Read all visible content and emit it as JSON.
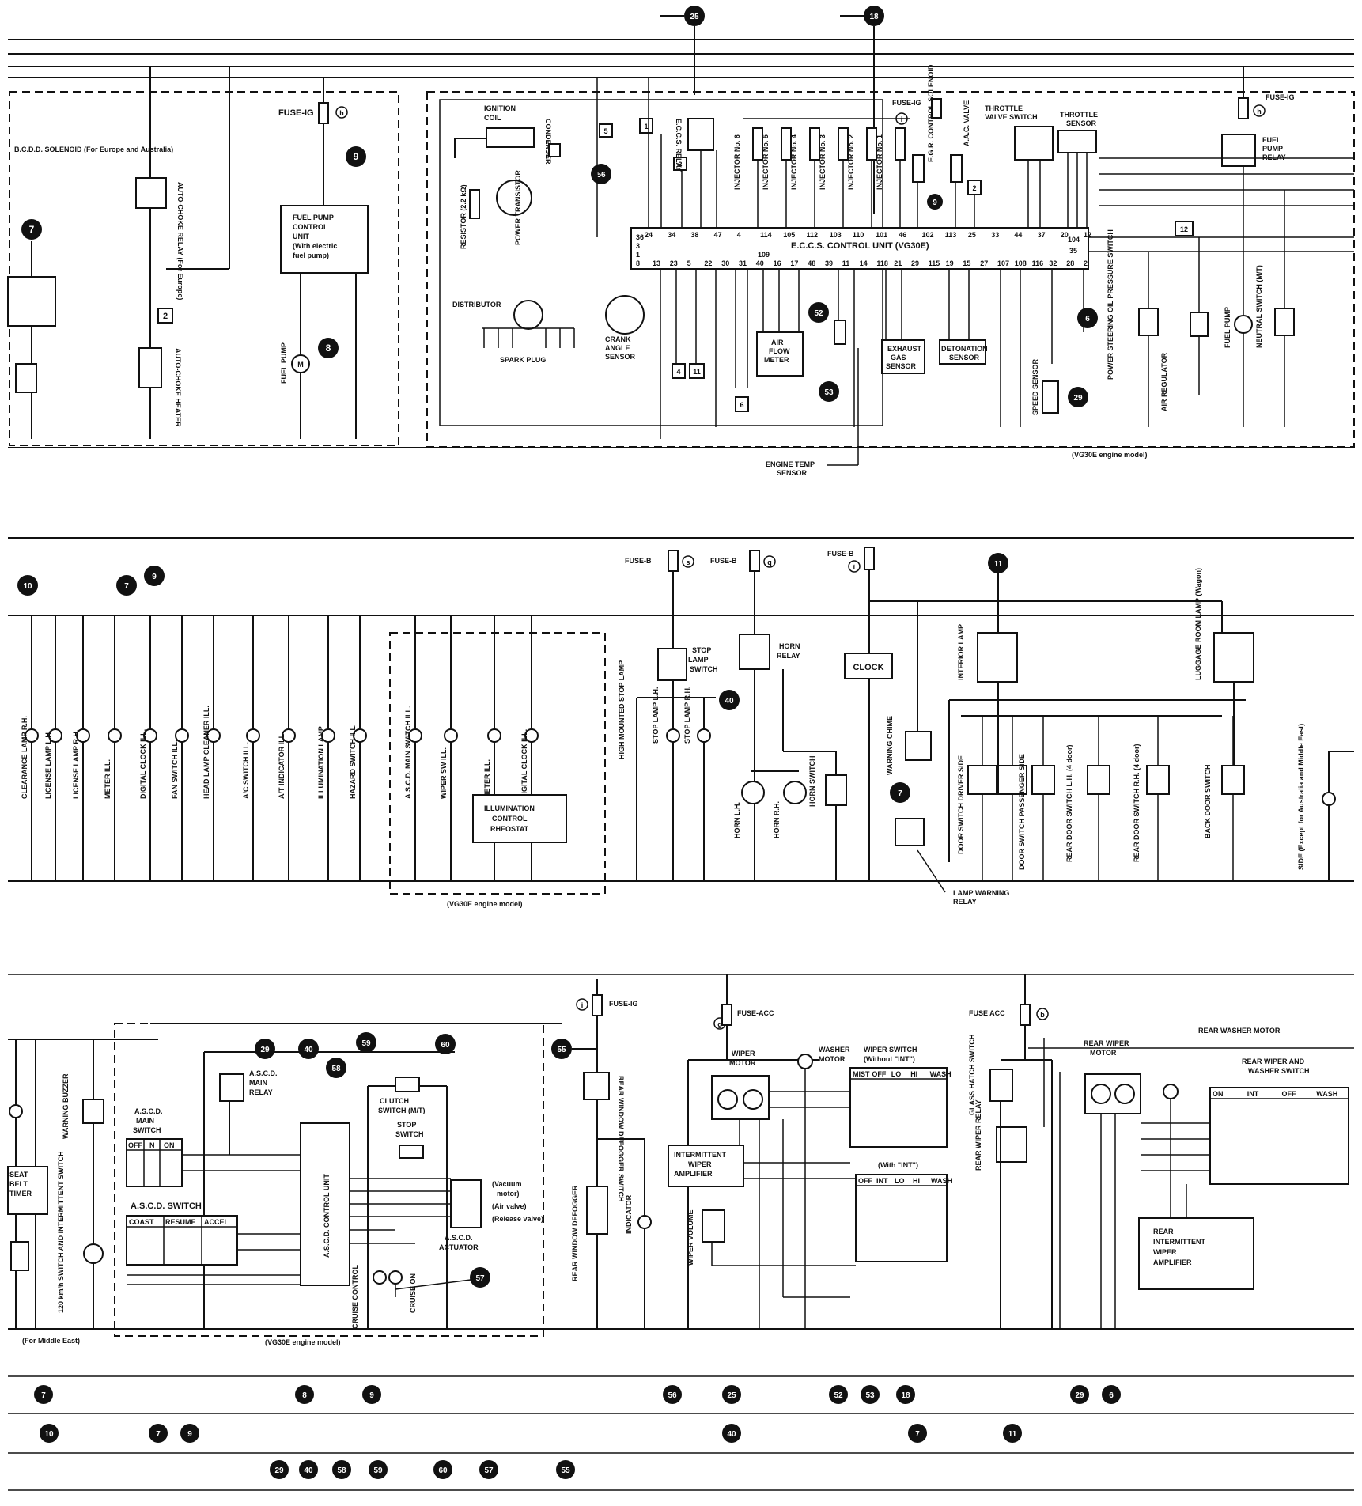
{
  "sec1": {
    "bcdd": "B.C.D.D. SOLENOID (For Europe and Australia)",
    "auto_choke_relay": "AUTO-CHOKE RELAY (For Europe)",
    "auto_choke_heater": "AUTO-CHOKE HEATER",
    "fuse_ig": "FUSE-IG",
    "fuse_letter_h": "h",
    "fuel_pump_ctrl": [
      "FUEL PUMP",
      "CONTROL",
      "UNIT",
      "(With electric",
      "fuel pump)"
    ],
    "fuel_pump": "FUEL PUMP",
    "ignition_coil": [
      "IGNITION",
      "COIL"
    ],
    "condenser": "CONDENSER",
    "resistor": "RESISTOR (2.2 kΩ)",
    "power_transistor": "POWER TRANSISTOR",
    "distributor": "DISTRIBUTOR",
    "spark_plug": "SPARK PLUG",
    "crank": [
      "CRANK",
      "ANGLE",
      "SENSOR"
    ],
    "eccs_relay": "E.C.C.S. RELAY",
    "injectors": [
      "INJECTOR No. 6",
      "INJECTOR No. 5",
      "INJECTOR No. 4",
      "INJECTOR No. 3",
      "INJECTOR No. 2",
      "INJECTOR No. 1"
    ],
    "fuse_ig_i": "FUSE-IG",
    "fuse_letter_i": "i",
    "egr": "E.G.R. CONTROL SOLENOID",
    "aac": "A.A.C. VALVE",
    "throttle_valve_switch": [
      "THROTTLE",
      "VALVE SWITCH"
    ],
    "throttle_sensor": [
      "THROTTLE",
      "SENSOR"
    ],
    "fuse_ig_r": "FUSE-IG",
    "fuse_letter_h2": "h",
    "fuel_pump_relay": [
      "FUEL",
      "PUMP",
      "RELAY"
    ],
    "eccs_unit": "E.C.C.S. CONTROL UNIT (VG30E)",
    "pins_top": [
      "24",
      "34",
      "38",
      "47",
      "4",
      "114",
      "105",
      "112",
      "103",
      "110",
      "101",
      "46",
      "102",
      "113",
      "25",
      "33",
      "44",
      "37",
      "20",
      "12"
    ],
    "pins_left": [
      "36",
      "3",
      "1",
      "8"
    ],
    "pins_bottom": [
      "13",
      "23",
      "5",
      "22",
      "30",
      "31",
      "40",
      "16",
      "17",
      "48",
      "39",
      "11",
      "14",
      "118",
      "21",
      "29",
      "115",
      "19",
      "15",
      "27",
      "107",
      "108",
      "116",
      "32",
      "28",
      "2"
    ],
    "pin_109": "109",
    "pins_right": [
      "104",
      "35"
    ],
    "air_flow_meter": [
      "AIR",
      "FLOW",
      "METER"
    ],
    "exhaust_gas_sensor": [
      "EXHAUST",
      "GAS",
      "SENSOR"
    ],
    "detonation_sensor": [
      "DETONATION",
      "SENSOR"
    ],
    "speed_sensor": "SPEED SENSOR",
    "ps_switch": "POWER STEERING OIL PRESSURE SWITCH",
    "air_regulator": "AIR REGULATOR",
    "fuel_pump_r": "FUEL PUMP",
    "neutral_switch": "NEUTRAL SWITCH (M/T)",
    "engine_temp": [
      "ENGINE TEMP",
      "SENSOR"
    ],
    "vg30e_note": "(VG30E engine model)"
  },
  "sec2": {
    "labels": [
      "CLEARANCE LAMP R.H.",
      "LICENSE LAMP L.H.",
      "LICENSE LAMP R.H.",
      "METER ILL.",
      "DIGITAL CLOCK ILL.",
      "FAN SWITCH ILL.",
      "HEAD LAMP CLEANER ILL.",
      "A/C SWITCH ILL.",
      "A/T INDICATOR ILL.",
      "ILLUMINATION LAMP",
      "HAZARD SWITCH ILL."
    ],
    "ascd_labels": [
      "A.S.C.D. MAIN SWITCH ILL.",
      "WIPER SW ILL.",
      "METER ILL.",
      "DIGITAL CLOCK ILL."
    ],
    "rheostat": [
      "ILLUMINATION",
      "CONTROL",
      "RHEOSTAT"
    ],
    "vg30e_note": "(VG30E engine model)",
    "fuse_b": "FUSE-B",
    "fuse_letters": [
      "s",
      "q",
      "t"
    ],
    "stop_lamp_switch": [
      "STOP",
      "LAMP",
      "SWITCH"
    ],
    "high_stop": "HIGH MOUNTED STOP LAMP",
    "stop_lh": "STOP LAMP L.H.",
    "stop_rh": "STOP LAMP R.H.",
    "horn_relay": [
      "HORN",
      "RELAY"
    ],
    "horn_lh": "HORN L.H.",
    "horn_rh": "HORN R.H.",
    "horn_switch": "HORN SWITCH",
    "clock": "CLOCK",
    "warning_chime": "WARNING CHIME",
    "interior_lamp": "INTERIOR LAMP",
    "luggage": "LUGGAGE ROOM LAMP (Wagon)",
    "door_sw_driver": "DOOR SWITCH DRIVER SIDE",
    "door_sw_pass": "DOOR SWITCH PASSENGER SIDE",
    "rear_door_lh": "REAR DOOR SWITCH L.H. (4 door)",
    "rear_door_rh": "REAR DOOR SWITCH R.H. (4 door)",
    "back_door": "BACK DOOR SWITCH",
    "side": "SIDE (Except for Australia and Middle East)",
    "lamp_warning": [
      "LAMP WARNING",
      "RELAY"
    ]
  },
  "sec3": {
    "seat_belt": [
      "SEAT",
      "BELT",
      "TIMER"
    ],
    "warning_buzzer": "WARNING BUZZER",
    "sw120": "120 km/h SWITCH AND INTERMITTENT SWITCH",
    "for_middle_east": "(For Middle East)",
    "ascd_main_switch": [
      "A.S.C.D.",
      "MAIN",
      "SWITCH"
    ],
    "main_sw_cols": [
      "OFF",
      "N",
      "ON"
    ],
    "ascd_main_relay": [
      "A.S.C.D.",
      "MAIN",
      "RELAY"
    ],
    "ascd_switch": "A.S.C.D. SWITCH",
    "ascd_sw_cols": [
      "COAST",
      "RESUME",
      "ACCEL"
    ],
    "ascd_unit": "A.S.C.D. CONTROL UNIT",
    "clutch_switch": [
      "CLUTCH",
      "SWITCH (M/T)"
    ],
    "stop_switch": [
      "STOP",
      "SWITCH"
    ],
    "actuator_notes": [
      "(Vacuum",
      "motor)",
      "(Air valve)",
      "(Release valve)"
    ],
    "ascd_actuator": [
      "A.S.C.D.",
      "ACTUATOR"
    ],
    "cruise_control": "CRUISE CONTROL",
    "cruise_on": "CRUISE ON",
    "vg30e_note": "(VG30E engine model)",
    "fuse_ig": "FUSE-IG",
    "fuse_letter_i": "i",
    "rear_defog_switch": "REAR WINDOW DEFOGGER SWITCH",
    "rear_defogger": "REAR WINDOW DEFOGGER",
    "indicator": "INDICATOR",
    "fuse_acc": "FUSE-ACC",
    "fuse_letter_g": "g",
    "wiper_motor": [
      "WIPER",
      "MOTOR"
    ],
    "washer_motor": [
      "WASHER",
      "MOTOR"
    ],
    "wiper_switch_title": "WIPER SWITCH",
    "without_int": "(Without \"INT\")",
    "with_int": "(With \"INT\")",
    "ww_cols1": [
      "MIST",
      "OFF",
      "LO",
      "HI",
      "WASH"
    ],
    "ww_cols2": [
      "OFF",
      "INT",
      "LO",
      "HI",
      "WASH"
    ],
    "int_amp": [
      "INTERMITTENT",
      "WIPER",
      "AMPLIFIER"
    ],
    "wiper_volume": "WIPER VOLUME",
    "fuse_acc_r": "FUSE ACC",
    "fuse_letter_b": "b",
    "glass_hatch": "GLASS HATCH SWITCH",
    "rear_wiper_relay": "REAR WIPER RELAY",
    "rear_wiper_motor": [
      "REAR WIPER",
      "MOTOR"
    ],
    "rear_washer_motor": "REAR WASHER MOTOR",
    "rear_ww_switch": [
      "REAR WIPER AND",
      "WASHER SWITCH"
    ],
    "rear_cols": [
      "ON",
      "INT",
      "OFF",
      "WASH"
    ],
    "rear_int_amp": [
      "REAR",
      "INTERMITTENT",
      "WIPER",
      "AMPLIFIER"
    ]
  },
  "connectors": {
    "top25": "25",
    "top18": "18",
    "c7a": "7",
    "c9a": "9",
    "c8a": "8",
    "c56": "56",
    "c52": "52",
    "c53": "53",
    "c6": "6",
    "c29": "29",
    "c10b": "10",
    "c7b": "7",
    "c9b": "9",
    "c40": "40",
    "c11": "11",
    "c7c": "7",
    "c29c": "29",
    "c40c": "40",
    "c58": "58",
    "c59": "59",
    "c60": "60",
    "c55": "55",
    "c57": "57",
    "sq5": "5",
    "sq1": "1",
    "sq3": "3",
    "sq2a": "2",
    "sq2b": "2",
    "sq9": "9",
    "sq12": "12",
    "sq4": "4",
    "sq11": "11",
    "sq6": "6"
  },
  "legend": {
    "row1": [
      "7",
      "8",
      "9",
      "56",
      "25",
      "52",
      "53",
      "18",
      "29",
      "6"
    ],
    "row2": [
      "10",
      "7",
      "9",
      "40",
      "7",
      "11"
    ],
    "row3": [
      "29",
      "40",
      "58",
      "59",
      "60",
      "57",
      "55"
    ]
  }
}
